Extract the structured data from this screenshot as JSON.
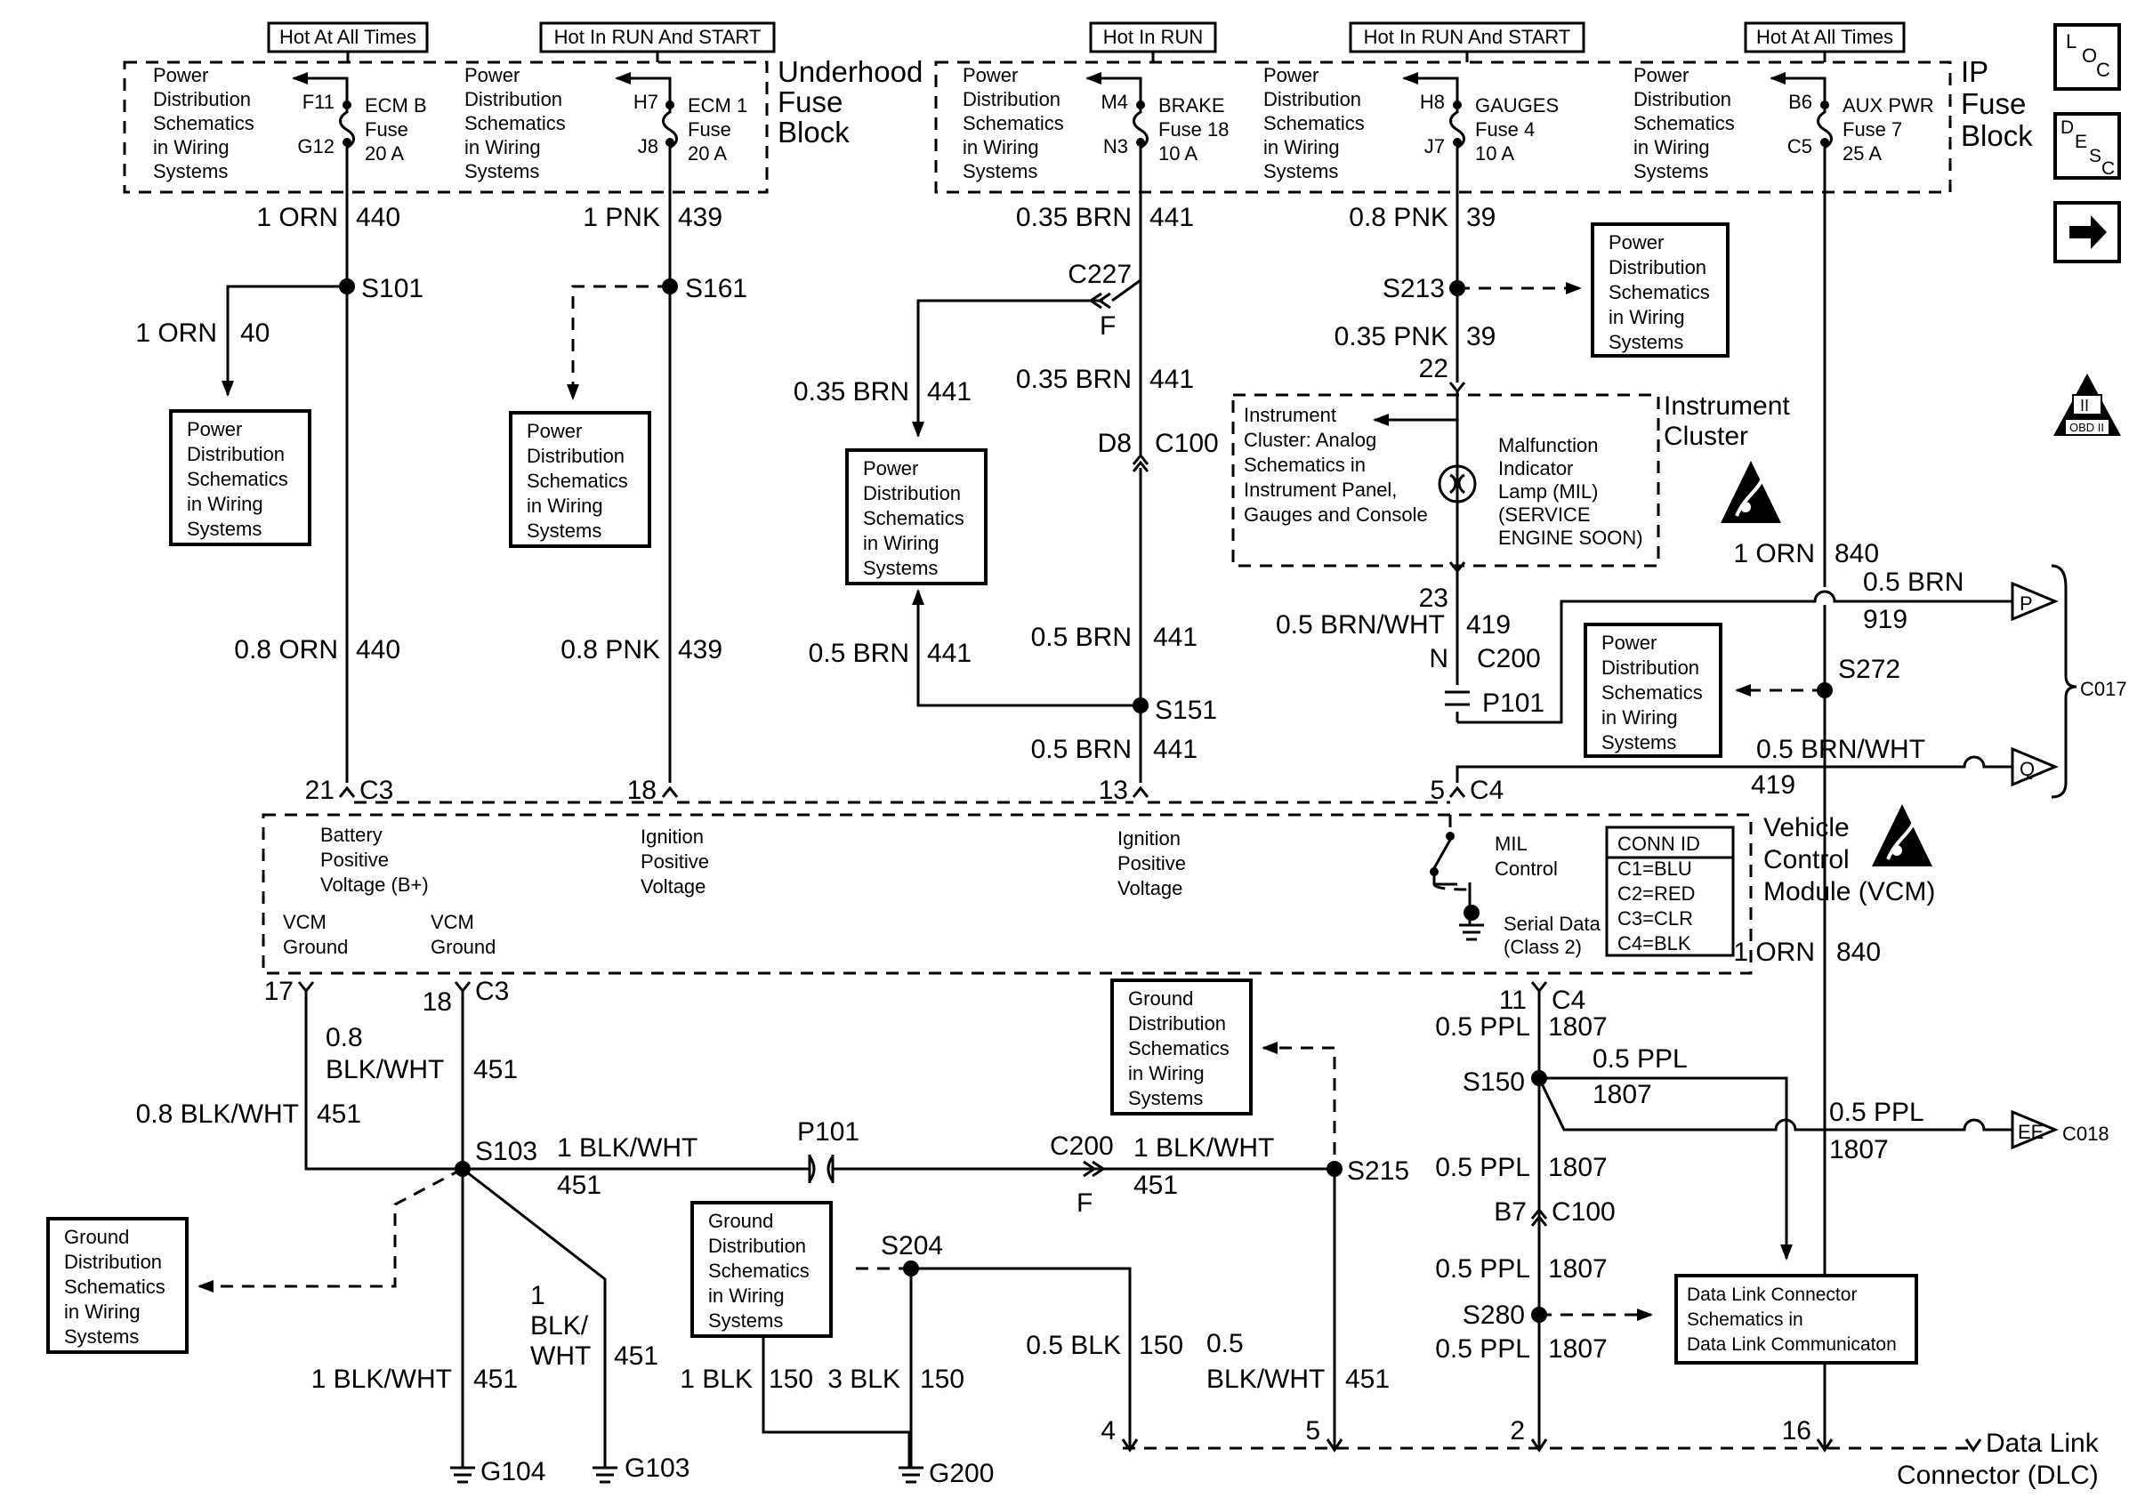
{
  "fuse_conditions": {
    "hot_all_times_1": "Hot At All Times",
    "hot_run_start_1": "Hot In RUN And START",
    "hot_in_run": "Hot In RUN",
    "hot_run_start_2": "Hot In RUN And START",
    "hot_all_times_2": "Hot At All Times"
  },
  "fuse_blocks": {
    "underhood": [
      "Underhood",
      "Fuse",
      "Block"
    ],
    "ip": [
      "IP",
      "Fuse",
      "Block"
    ]
  },
  "power_dist_lines": [
    "Power",
    "Distribution",
    "Schematics",
    "in Wiring",
    "Systems"
  ],
  "ground_dist_lines": [
    "Ground",
    "Distribution",
    "Schematics",
    "in Wiring",
    "Systems"
  ],
  "fuses": [
    {
      "pin_top": "F11",
      "pin_bottom": "G12",
      "lines": [
        "ECM B",
        "Fuse",
        "20 A"
      ]
    },
    {
      "pin_top": "H7",
      "pin_bottom": "J8",
      "lines": [
        "ECM 1",
        "Fuse",
        "20 A"
      ]
    },
    {
      "pin_top": "M4",
      "pin_bottom": "N3",
      "lines": [
        "BRAKE",
        "Fuse 18",
        "10 A"
      ]
    },
    {
      "pin_top": "H8",
      "pin_bottom": "J7",
      "lines": [
        "GAUGES",
        "Fuse 4",
        "10 A"
      ]
    },
    {
      "pin_top": "B6",
      "pin_bottom": "C5",
      "lines": [
        "AUX PWR",
        "Fuse 7",
        "25 A"
      ]
    }
  ],
  "wire_labels": {
    "w440_top": [
      "1 ORN",
      "440"
    ],
    "w439_top": [
      "1 PNK",
      "439"
    ],
    "w441_top": [
      "0.35 BRN",
      "441"
    ],
    "w39_top": [
      "0.8 PNK",
      "39"
    ],
    "w40": [
      "1 ORN",
      "40"
    ],
    "w441_left": [
      "0.35 BRN",
      "441"
    ],
    "w441_mid": [
      "0.35 BRN",
      "441"
    ],
    "w39_mid": [
      "0.35 PNK",
      "39"
    ],
    "w440_mid": [
      "0.8 ORN",
      "440"
    ],
    "w439_mid": [
      "0.8 PNK",
      "439"
    ],
    "w441_l2": [
      "0.5 BRN",
      "441"
    ],
    "w441_m2": [
      "0.5 BRN",
      "441"
    ],
    "w441_m3": [
      "0.5 BRN",
      "441"
    ],
    "w419_top": [
      "0.5 BRN/WHT",
      "419"
    ],
    "w840_top": [
      "1 ORN",
      "840"
    ],
    "w919": [
      "0.5 BRN",
      "919"
    ],
    "w419_r": [
      "0.5 BRN/WHT",
      "419"
    ],
    "w840_r": [
      "1 ORN",
      "840"
    ],
    "w451_a": [
      "0.8",
      "BLK/WHT",
      "451"
    ],
    "w451_b": [
      "0.8 BLK/WHT",
      "451"
    ],
    "w451_c": [
      "1 BLK/WHT",
      "451"
    ],
    "w451_d": [
      "1 BLK/WHT",
      "451"
    ],
    "w451_e": [
      "1 BLK/WHT",
      "451"
    ],
    "w451_f": [
      "1",
      "BLK/",
      "WHT",
      "451"
    ],
    "w451_g": [
      "0.5",
      "BLK/WHT",
      "451"
    ],
    "w1807_a": [
      "0.5 PPL",
      "1807"
    ],
    "w1807_b": [
      "0.5 PPL",
      "1807"
    ],
    "w1807_c": [
      "0.5 PPL",
      "1807"
    ],
    "w1807_d": [
      "0.5 PPL",
      "1807"
    ],
    "w1807_e": [
      "0.5 PPL",
      "1807"
    ],
    "w1807_f": [
      "0.5 PPL",
      "1807"
    ],
    "w150_a": [
      "1 BLK",
      "150"
    ],
    "w150_b": [
      "3 BLK",
      "150"
    ],
    "w150_c": [
      "0.5 BLK",
      "150"
    ]
  },
  "splices": {
    "s101": "S101",
    "s161": "S161",
    "s213": "S213",
    "s151": "S151",
    "s272": "S272",
    "s103": "S103",
    "s215": "S215",
    "s204": "S204",
    "s150": "S150",
    "s280": "S280"
  },
  "connectors": {
    "c227": "C227",
    "c227_f": "F",
    "d8": "D8",
    "c100": "C100",
    "p22": "22",
    "p23": "23",
    "c200": "C200",
    "c200_n": "N",
    "p101": "P101",
    "c017": "C017",
    "c018": "C018",
    "conn_p": "P",
    "conn_q": "Q",
    "conn_ee": "EE",
    "p21": "21",
    "c3_a": "C3",
    "p18a": "18",
    "p13": "13",
    "p5a": "5",
    "c4_a": "C4",
    "p17": "17",
    "p18b": "18",
    "c3_b": "C3",
    "p11": "11",
    "c4_b": "C4",
    "p101_b": "P101",
    "c200_b": "C200",
    "c200_b_f": "F",
    "b7": "B7",
    "c100_b": "C100",
    "p4": "4",
    "p5b": "5",
    "p2": "2",
    "p16": "16"
  },
  "grounds": {
    "g104": "G104",
    "g103": "G103",
    "g200": "G200"
  },
  "cluster": {
    "title": [
      "Instrument",
      "Cluster"
    ],
    "analog": [
      "Instrument",
      "Cluster: Analog",
      "Schematics in",
      "Instrument Panel,",
      "Gauges and Console"
    ],
    "mil": [
      "Malfunction",
      "Indicator",
      "Lamp (MIL)",
      "(SERVICE",
      "ENGINE SOON)"
    ]
  },
  "vcm": {
    "title": [
      "Vehicle",
      "Control",
      "Module (VCM)"
    ],
    "bplus": [
      "Battery",
      "Positive",
      "Voltage (B+)"
    ],
    "ign1": [
      "Ignition",
      "Positive",
      "Voltage"
    ],
    "ign2": [
      "Ignition",
      "Positive",
      "Voltage"
    ],
    "gnd1": [
      "VCM",
      "Ground"
    ],
    "gnd2": [
      "VCM",
      "Ground"
    ],
    "mil_control": [
      "MIL",
      "Control"
    ],
    "serial": [
      "Serial Data",
      "(Class 2)"
    ],
    "conn_id": [
      "CONN ID",
      "C1=BLU",
      "C2=RED",
      "C3=CLR",
      "C4=BLK"
    ]
  },
  "dlc_box": [
    "Data Link Connector",
    "Schematics in",
    "Data Link Communicaton"
  ],
  "dlc": [
    "Data Link",
    "Connector (DLC)"
  ],
  "nav": {
    "loc": [
      "L",
      "O",
      "C"
    ],
    "desc": [
      "D",
      "E",
      "S",
      "C"
    ],
    "obd": [
      "II",
      "OBD II"
    ]
  }
}
